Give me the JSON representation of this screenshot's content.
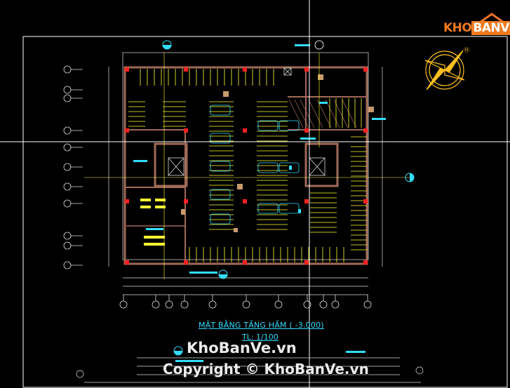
{
  "logo": {
    "prefix": "KHO",
    "suffix": "BANVE",
    "house_color": "#e8742a"
  },
  "drawing": {
    "title": "MẶT BẰNG TẦNG HẦM ( -3.000)",
    "scale": "TL: 1/100"
  },
  "watermark": {
    "site": "KhoBanVe.vn",
    "copyright": "Copyright © KhoBanVe.vn"
  },
  "colors": {
    "background": "#000000",
    "walls": "#a06a58",
    "columns": "#ff2020",
    "parking_lines": "#ffff33",
    "dimensions": "#dddddd",
    "text_cyan": "#33ddff",
    "crosshair": "#ffffff",
    "grid_axis": "#ffff33",
    "compass": "#ffc020"
  },
  "icons": {
    "compass": "north-arrow-compass-icon",
    "grid_bubble": "grid-axis-bubble-icon",
    "section_marker": "section-marker-icon"
  }
}
